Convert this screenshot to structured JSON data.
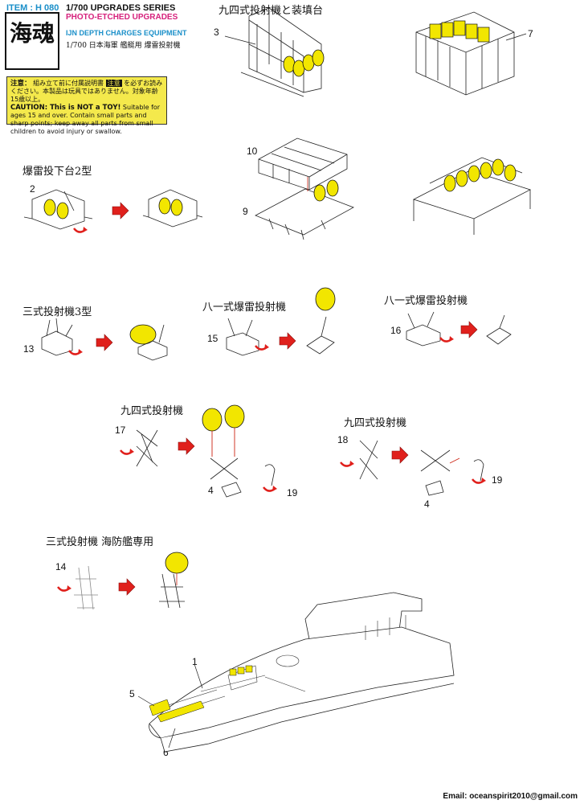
{
  "header": {
    "item": "ITEM : H 080",
    "scale": "1/700  UPGRADES SERIES",
    "subtitle": "PHOTO-ETCHED UPGRADES",
    "product": "IJN DEPTH CHARGES EQUIPMENT",
    "product_jp": "1/700 日本海軍 艦艇用 爆雷投射機",
    "logo_text": "海魂"
  },
  "caution": {
    "jp_title": "注意：",
    "jp_line1": "組み立て前に付属説明書",
    "jp_badge": "注意",
    "jp_line1b": "を必ずお読み",
    "jp_line2": "ください。本製品は玩具ではありません。対象年齢15歳以上。",
    "en_title": "CAUTION: This is NOT a TOY!",
    "en_text": "Suitable for ages 15 and over. Contain small parts and sharp points; keep away all parts from small children to avoid injury or swallow."
  },
  "sections": {
    "s1": "九四式投射機と装填台",
    "s2": "爆雷投下台2型",
    "s3": "三式投射機3型",
    "s4": "八一式爆雷投射機",
    "s5": "八一式爆雷投射機",
    "s6": "九四式投射機",
    "s7": "九四式投射機",
    "s8": "三式投射機 海防艦専用"
  },
  "parts": {
    "p3": "3",
    "p7": "7",
    "p2": "2",
    "p10": "10",
    "p9": "9",
    "p13": "13",
    "p15": "15",
    "p16": "16",
    "p17": "17",
    "p4a": "4",
    "p19a": "19",
    "p18": "18",
    "p4b": "4",
    "p19b": "19",
    "p14": "14",
    "p1": "1",
    "p5": "5",
    "p6": "6"
  },
  "footer": {
    "email": "Email: oceanspirit2010@gmail.com"
  },
  "colors": {
    "charge": "#f2e600",
    "arrow": "#e0201c",
    "accent": "#1a8fc9",
    "pink": "#d6217c"
  }
}
